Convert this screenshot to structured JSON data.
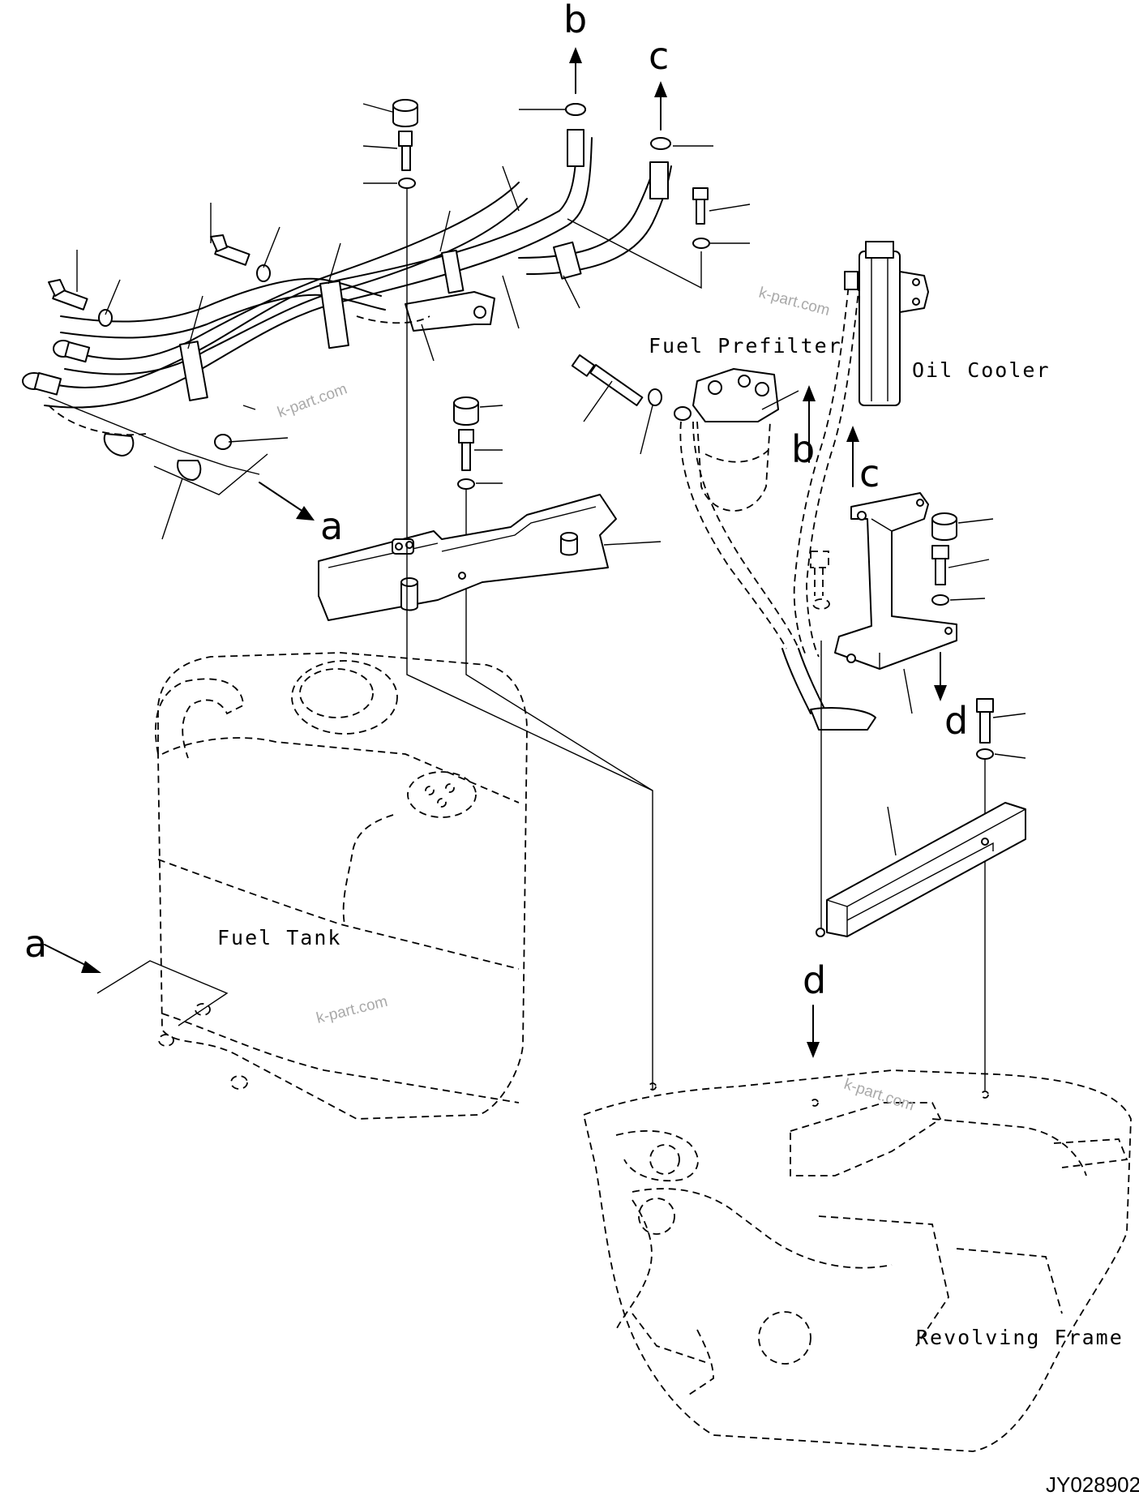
{
  "labels": {
    "fuel_prefilter": "Fuel Prefilter",
    "oil_cooler": "Oil Cooler",
    "fuel_tank": "Fuel Tank",
    "revolving_frame": "Revolving Frame"
  },
  "references": {
    "a": "a",
    "b": "b",
    "c": "c",
    "d": "d"
  },
  "watermark": "k-part.com",
  "drawing_code": "JY028902"
}
